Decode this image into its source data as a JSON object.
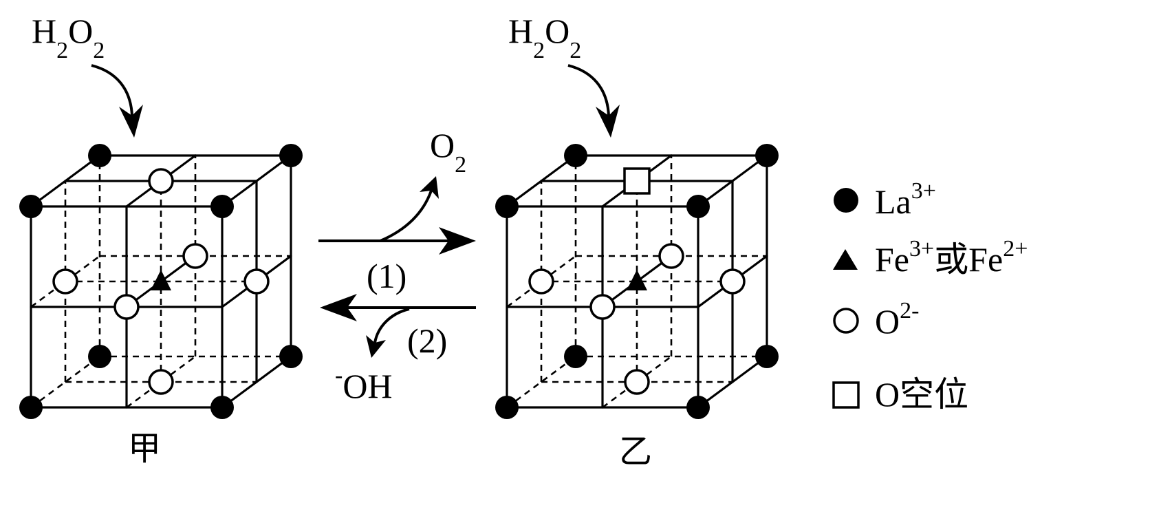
{
  "colors": {
    "ink": "#000000",
    "paper": "#ffffff"
  },
  "cube_jia": {
    "label": "甲",
    "reactant": {
      "h": "H",
      "h_sub": "2",
      "o": "O",
      "o_sub": "2"
    }
  },
  "cube_yi": {
    "label": "乙",
    "reactant": {
      "h": "H",
      "h_sub": "2",
      "o": "O",
      "o_sub": "2"
    }
  },
  "step_1": {
    "label": "(1)",
    "product": {
      "symbol": "O",
      "sub": "2"
    }
  },
  "step_2": {
    "label": "(2)",
    "product": {
      "sup": "-",
      "symbol": "OH"
    }
  },
  "legend": {
    "la": {
      "icon": "filled-circle",
      "symbol": "La",
      "charge": "3+"
    },
    "fe": {
      "icon": "filled-triangle",
      "symbol_1": "Fe",
      "charge_1": "3+",
      "joiner": "或Fe",
      "charge_2": "2+"
    },
    "o": {
      "icon": "open-circle",
      "symbol": "O",
      "charge": "2-"
    },
    "vacancy": {
      "icon": "open-square",
      "text": "O空位"
    }
  }
}
